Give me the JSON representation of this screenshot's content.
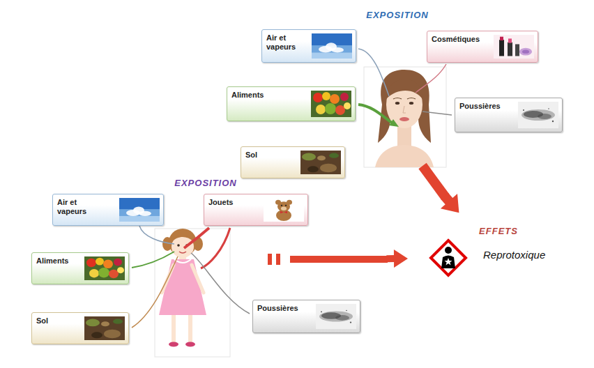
{
  "diagram": {
    "nodes": [
      {
        "text": [
          "EXPOSITION"
        ]
      },
      {
        "text": [
          "Air et vapeurs"
        ],
        "in": 0
      },
      {
        "text": [
          "Cosmétiques"
        ],
        "in": 0
      },
      {
        "text": [
          "Aliments"
        ],
        "in": 0
      },
      {
        "text": [
          "Poussières"
        ],
        "in": 0
      },
      {
        "text": [
          "Sol"
        ],
        "in": 0
      },
      {
        "text": [
          "EXPOSITION"
        ]
      },
      {
        "text": [
          "Air et vapeurs"
        ],
        "in": 6
      },
      {
        "text": [
          "Jouets"
        ],
        "in": 6
      },
      {
        "text": [
          "Aliments"
        ],
        "in": 6
      },
      {
        "text": [
          "Poussières"
        ],
        "in": 6
      },
      {
        "text": [
          "Sol"
        ],
        "in": 6
      },
      {
        "text": [
          "EFFETS",
          "Reprotoxique"
        ]
      }
    ],
    "edges": [
      {
        "from": 0,
        "to": 12,
        "arrow": "to"
      },
      {
        "from": 6,
        "to": 12,
        "arrow": "to"
      }
    ]
  }
}
